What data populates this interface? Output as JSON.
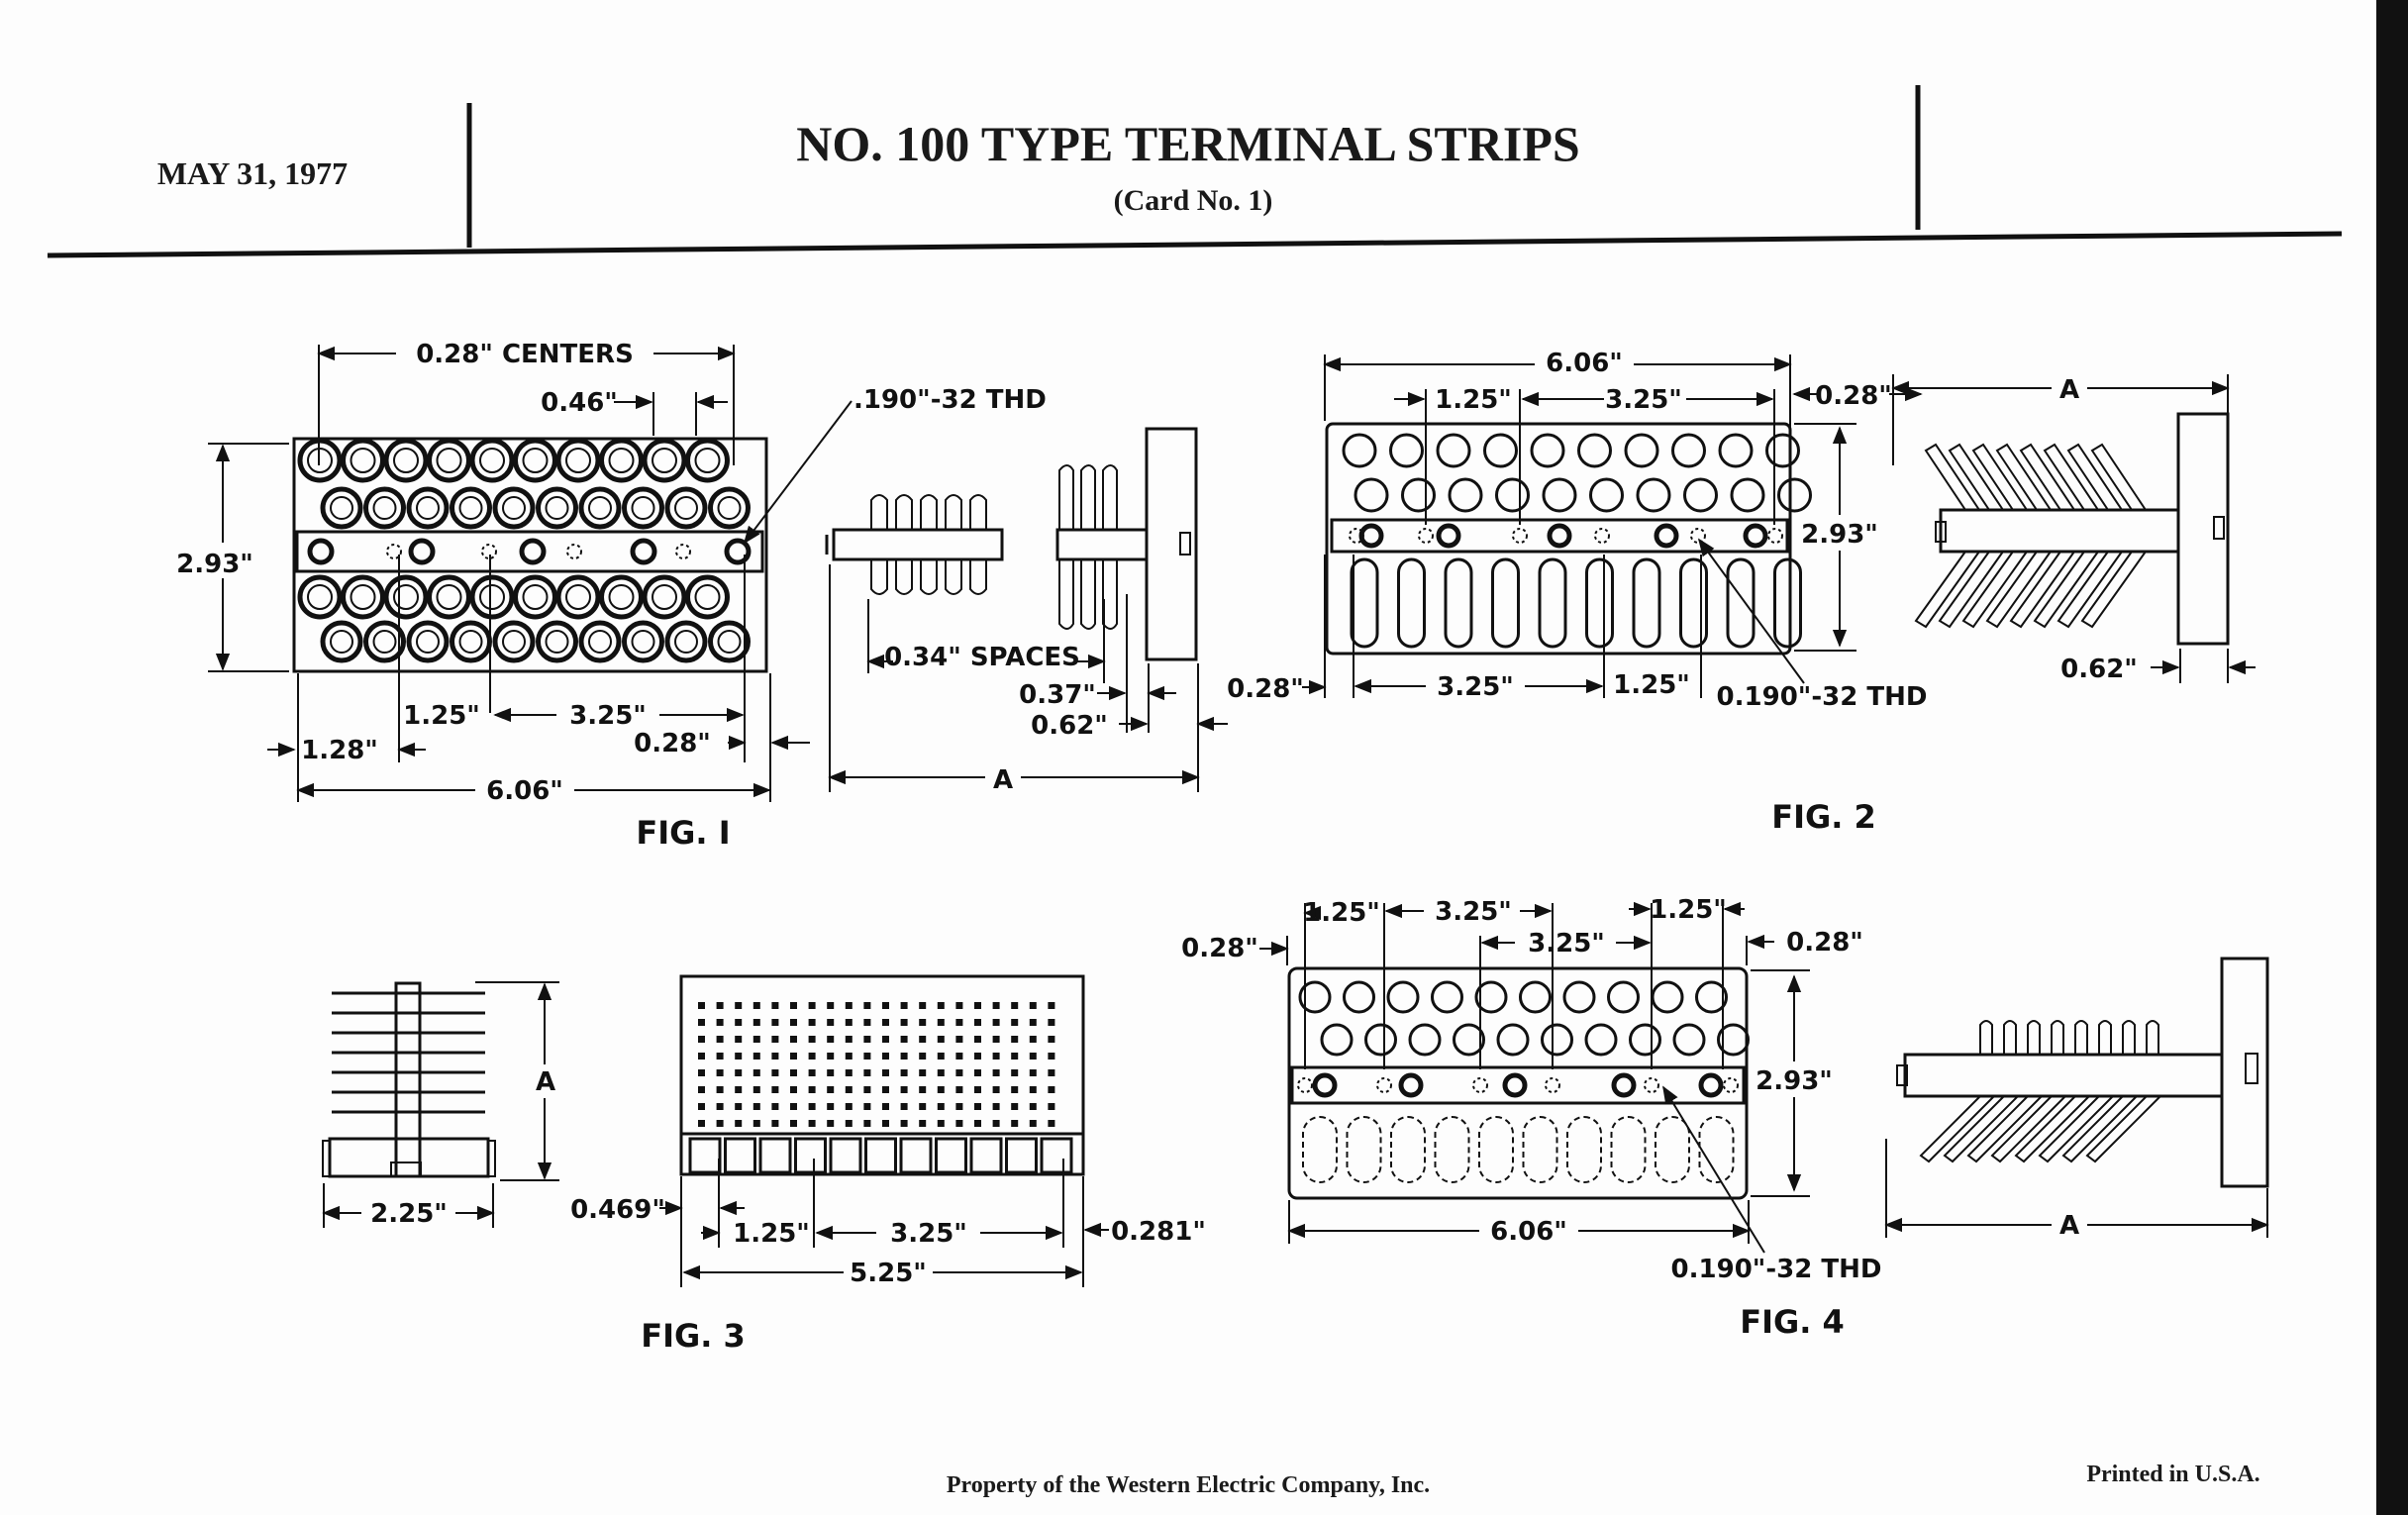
{
  "header": {
    "date": "MAY 31, 1977",
    "title": "NO. 100 TYPE TERMINAL STRIPS",
    "subtitle": "(Card No. 1)"
  },
  "fig1": {
    "caption": "FIG. I",
    "centers": "0.28\" CENTERS",
    "d046": "0.46\"",
    "thd": ".190\"-32 THD",
    "height": "2.93\"",
    "d128": "1.28\"",
    "d125": "1.25\"",
    "d325": "3.25\"",
    "d028": "0.28\"",
    "d606": "6.06\"",
    "spaces": "0.34\" SPACES",
    "d037": "0.37\"",
    "d062": "0.62\"",
    "a": "A"
  },
  "fig2": {
    "caption": "FIG. 2",
    "d606": "6.06\"",
    "d125": "1.25\"",
    "d325": "3.25\"",
    "d028r": "0.28\"",
    "a": "A",
    "height": "2.93\"",
    "d028l": "0.28\"",
    "b325": "3.25\"",
    "b125": "1.25\"",
    "thd": "0.190\"-32 THD",
    "d062": "0.62\""
  },
  "fig3": {
    "caption": "FIG. 3",
    "a": "A",
    "d225": "2.25\"",
    "d0469": "0.469\"",
    "d125": "1.25\"",
    "d325": "3.25\"",
    "d0281": "0.281\"",
    "d525": "5.25\""
  },
  "fig4": {
    "caption": "FIG. 4",
    "d125a": "1.25\"",
    "d325a": "3.25\"",
    "d125b": "1.25\"",
    "d028l": "0.28\"",
    "d325b": "3.25\"",
    "d028r": "0.28\"",
    "height": "2.93\"",
    "d606": "6.06\"",
    "thd": "0.190\"-32 THD",
    "a": "A"
  },
  "footer": {
    "property": "Property of the Western Electric Company, Inc.",
    "printed": "Printed in U.S.A."
  }
}
